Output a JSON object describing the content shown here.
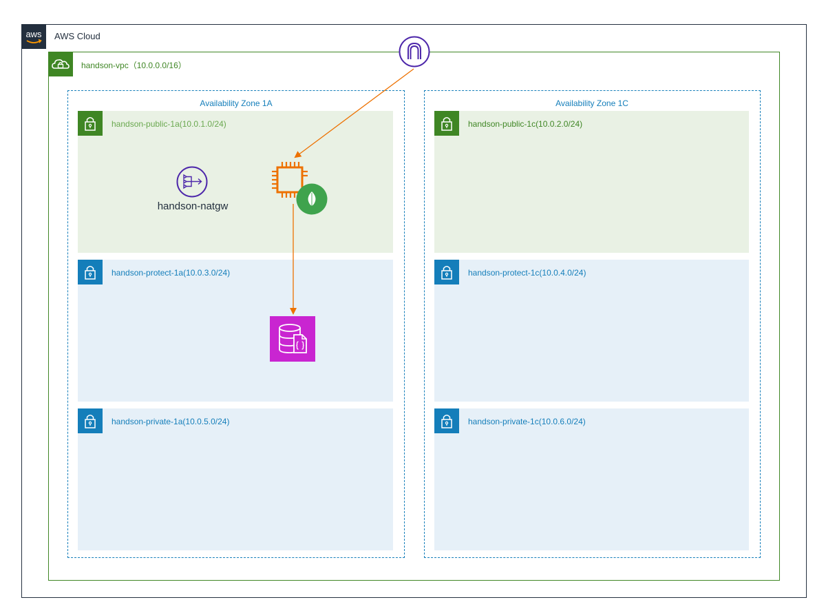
{
  "cloud": {
    "label": "AWS Cloud",
    "logo_text": "aws"
  },
  "vpc": {
    "label": "handson-vpc（10.0.0.0/16）"
  },
  "zones": {
    "az_1a": "Availability Zone 1A",
    "az_1c": "Availability Zone 1C"
  },
  "subnets": {
    "public_1a": "handson-public-1a(10.0.1.0/24)",
    "public_1c": "handson-public-1c(10.0.2.0/24)",
    "protect_1a": "handson-protect-1a(10.0.3.0/24)",
    "protect_1c": "handson-protect-1c(10.0.4.0/24)",
    "private_1a": "handson-private-1a(10.0.5.0/24)",
    "private_1c": "handson-private-1c(10.0.6.0/24)"
  },
  "resources": {
    "natgw_label": "handson-natgw"
  },
  "colors": {
    "cloud_border": "#232f3e",
    "vpc_green": "#3f8624",
    "az_blue": "#147eba",
    "public_fill": "#e9f1e4",
    "private_fill": "#e6f0f8",
    "igw_purple": "#4d27aa",
    "ec2_orange": "#ed7100",
    "db_magenta": "#c925d1",
    "mongo_green": "#3fa34d"
  },
  "icons": {
    "cloud": "aws-logo",
    "vpc": "vpc-cloud-lock-icon",
    "subnet": "padlock-icon",
    "igw": "internet-gateway-icon",
    "natgw": "nat-gateway-icon",
    "ec2": "ec2-instance-chip-icon",
    "mongodb": "mongodb-leaf-icon",
    "documentdb": "documentdb-icon"
  }
}
